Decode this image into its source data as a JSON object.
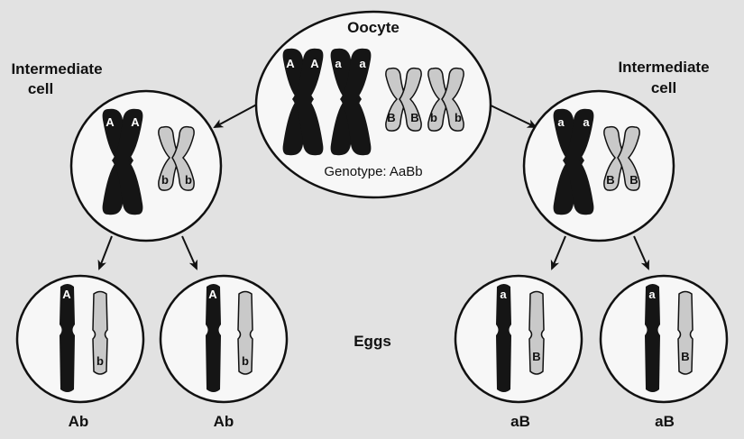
{
  "labels": {
    "oocyte": "Oocyte",
    "genotype": "Genotype: AaBb",
    "intermediate_left_line1": "Intermediate",
    "intermediate_left_line2": "cell",
    "intermediate_right_line1": "Intermediate",
    "intermediate_right_line2": "cell",
    "eggs": "Eggs",
    "egg1": "Ab",
    "egg2": "Ab",
    "egg3": "aB",
    "egg4": "aB"
  },
  "alleles": {
    "oocyte_dark": [
      "A",
      "A",
      "a",
      "a"
    ],
    "oocyte_light": [
      "B",
      "B",
      "b",
      "b"
    ],
    "left_dark": [
      "A",
      "A"
    ],
    "left_light": [
      "b",
      "b"
    ],
    "right_dark": [
      "a",
      "a"
    ],
    "right_light": [
      "B",
      "B"
    ],
    "egg1": [
      "A",
      "b"
    ],
    "egg2": [
      "A",
      "b"
    ],
    "egg3": [
      "a",
      "B"
    ],
    "egg4": [
      "a",
      "B"
    ]
  },
  "colors": {
    "background": "#e2e2e2",
    "cell_fill": "#f7f7f7",
    "dark_chromosome": "#151515",
    "light_chromosome": "#c9c9c9",
    "outline": "#111111"
  }
}
